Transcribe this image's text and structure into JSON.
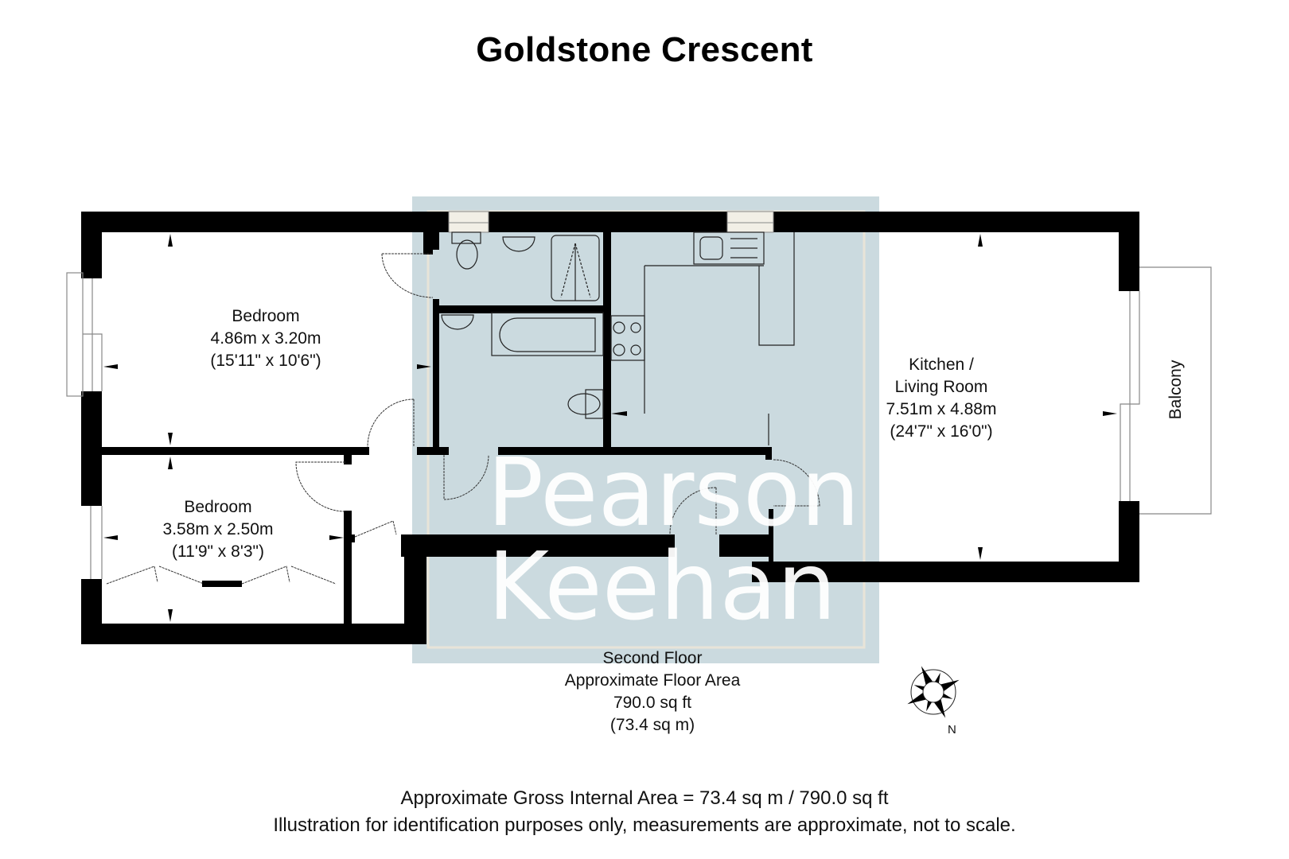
{
  "title": "Goldstone Crescent",
  "watermark": {
    "line1": "Pearson",
    "line2": "Keehan",
    "panel_color": "#cbdadf"
  },
  "rooms": [
    {
      "name": "Bedroom",
      "metric": "4.86m x 3.20m",
      "imperial": "(15'11\" x 10'6\")"
    },
    {
      "name": "Bedroom",
      "metric": "3.58m x 2.50m",
      "imperial": "(11'9\" x 8'3\")"
    },
    {
      "name_line1": "Kitchen /",
      "name_line2": "Living Room",
      "metric": "7.51m x 4.88m",
      "imperial": "(24'7\" x 16'0\")"
    }
  ],
  "balcony_label": "Balcony",
  "floor": {
    "name": "Second Floor",
    "area_label": "Approximate Floor Area",
    "area_sqft": "790.0 sq ft",
    "area_sqm": "(73.4 sq m)"
  },
  "compass": {
    "north_label": "N"
  },
  "footer": {
    "gross_area": "Approximate Gross Internal Area = 73.4 sq m / 790.0 sq ft",
    "disclaimer": "Illustration for identification purposes only, measurements are approximate, not to scale."
  },
  "colors": {
    "wall": "#000000",
    "watermark_panel": "#cbdadf",
    "background": "#ffffff"
  }
}
